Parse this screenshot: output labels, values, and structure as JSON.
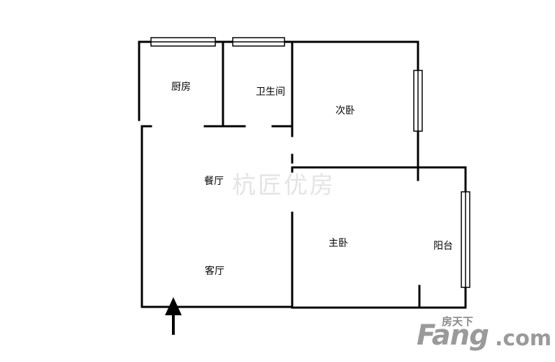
{
  "rooms": {
    "kitchen": "厨房",
    "bathroom": "卫生间",
    "second_bedroom": "次卧",
    "dining": "餐厅",
    "master_bedroom": "主卧",
    "living": "客厅",
    "balcony": "阳台"
  },
  "watermark": {
    "center": "杭匠优房",
    "logo_cn": "房天下",
    "logo_en": "Fang",
    "logo_com": ".com"
  },
  "colors": {
    "wall": "#000000",
    "window_fill": "#ffffff",
    "watermark": "#e4e4e4",
    "logo": "#9a9a9a"
  },
  "icons": [
    "entrance-arrow-icon"
  ]
}
